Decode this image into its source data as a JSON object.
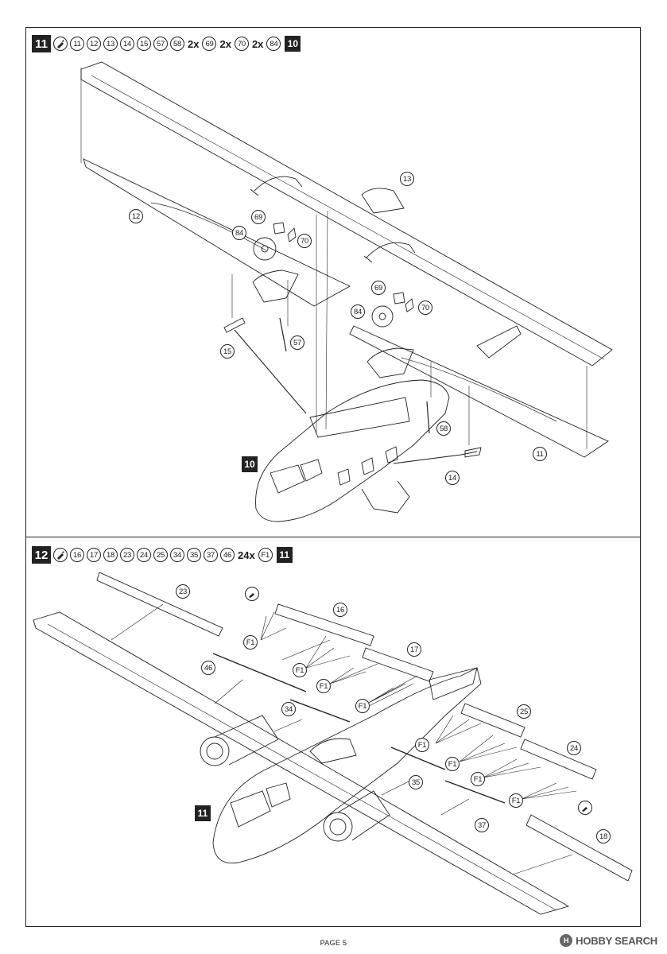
{
  "step11": {
    "number": "11",
    "ref_box": "10",
    "header_parts": [
      "11",
      "12",
      "13",
      "14",
      "15",
      "57",
      "58"
    ],
    "qty1": "2x",
    "qty1_part": "69",
    "qty2": "2x",
    "qty2_part": "70",
    "qty3": "2x",
    "qty3_part": "84",
    "callouts": [
      "13",
      "12",
      "69",
      "84",
      "70",
      "69",
      "84",
      "70",
      "15",
      "57",
      "58",
      "14",
      "11"
    ],
    "assembly_ref": "10"
  },
  "step12": {
    "number": "12",
    "ref_box": "11",
    "header_parts": [
      "16",
      "17",
      "18",
      "23",
      "24",
      "25",
      "34",
      "35",
      "37",
      "46"
    ],
    "qty": "24x",
    "qty_part": "F1",
    "callouts": [
      "23",
      "16",
      "17",
      "46",
      "34",
      "25",
      "24",
      "35",
      "37",
      "18"
    ],
    "f1_label": "F1",
    "assembly_ref": "11"
  },
  "footer": {
    "page": "PAGE 5"
  },
  "watermark": {
    "logo": "H",
    "text": "HOBBY SEARCH"
  },
  "icons": [
    "glue-icon",
    "cement-icon"
  ]
}
